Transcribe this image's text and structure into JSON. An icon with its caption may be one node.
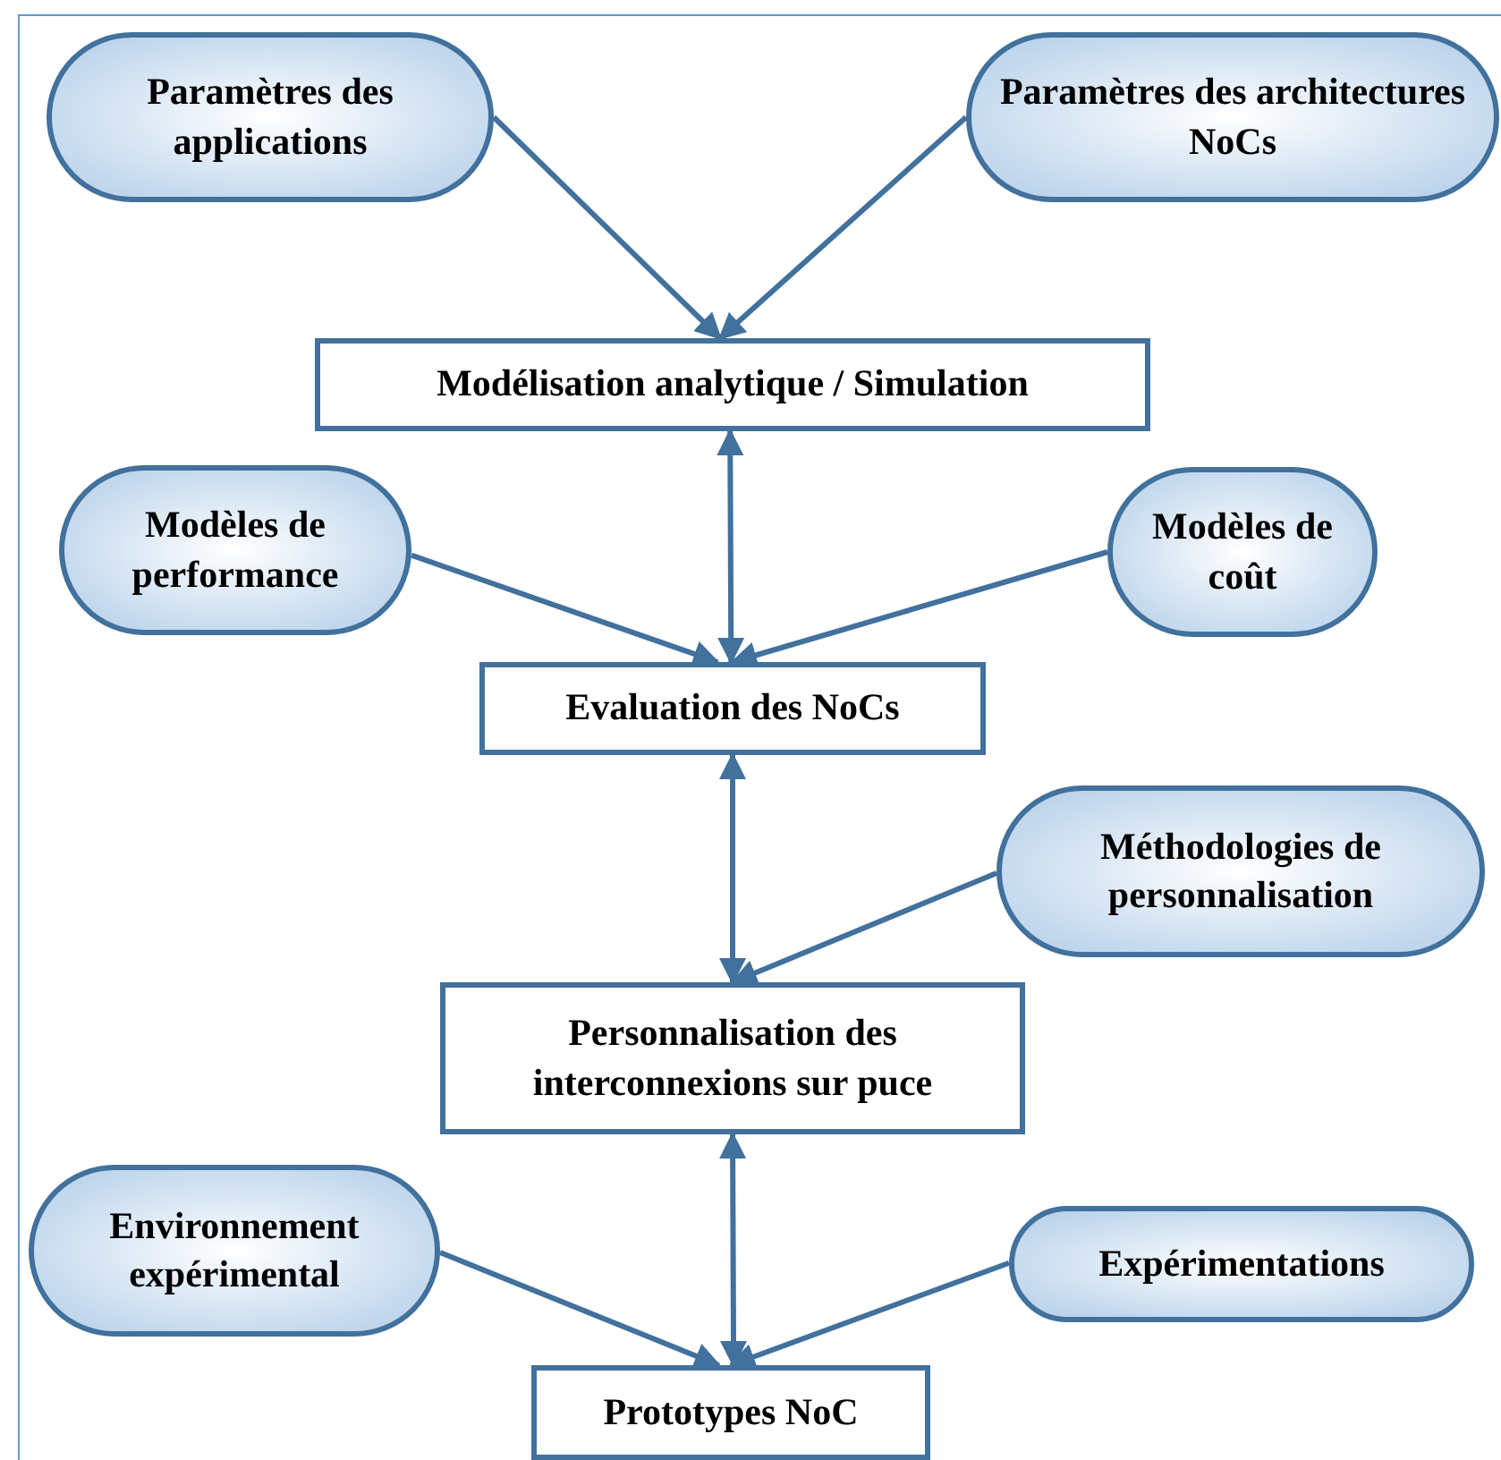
{
  "diagram": {
    "nodes": [
      {
        "text": [
          "Paramètres des applications"
        ]
      },
      {
        "text": [
          "Paramètres des architectures NoCs"
        ]
      },
      {
        "text": [
          "Modélisation analytique / Simulation"
        ]
      },
      {
        "text": [
          "Modèles de performance"
        ]
      },
      {
        "text": [
          "Modèles de coût"
        ]
      },
      {
        "text": [
          "Evaluation des NoCs"
        ]
      },
      {
        "text": [
          "Méthodologies de personnalisation"
        ]
      },
      {
        "text": [
          "Personnalisation des interconnexions sur puce"
        ]
      },
      {
        "text": [
          "Environnement expérimental"
        ]
      },
      {
        "text": [
          "Expérimentations"
        ]
      },
      {
        "text": [
          "Prototypes NoC"
        ]
      }
    ],
    "edges": [
      {
        "from": 0,
        "to": 2,
        "arrow": "to"
      },
      {
        "from": 1,
        "to": 2,
        "arrow": "to"
      },
      {
        "from": 2,
        "to": 5,
        "arrow": "both"
      },
      {
        "from": 3,
        "to": 5,
        "arrow": "to"
      },
      {
        "from": 4,
        "to": 5,
        "arrow": "to"
      },
      {
        "from": 5,
        "to": 7,
        "arrow": "both"
      },
      {
        "from": 6,
        "to": 7,
        "arrow": "to"
      },
      {
        "from": 7,
        "to": 10,
        "arrow": "both"
      },
      {
        "from": 8,
        "to": 10,
        "arrow": "to"
      },
      {
        "from": 9,
        "to": 10,
        "arrow": "to"
      }
    ]
  }
}
